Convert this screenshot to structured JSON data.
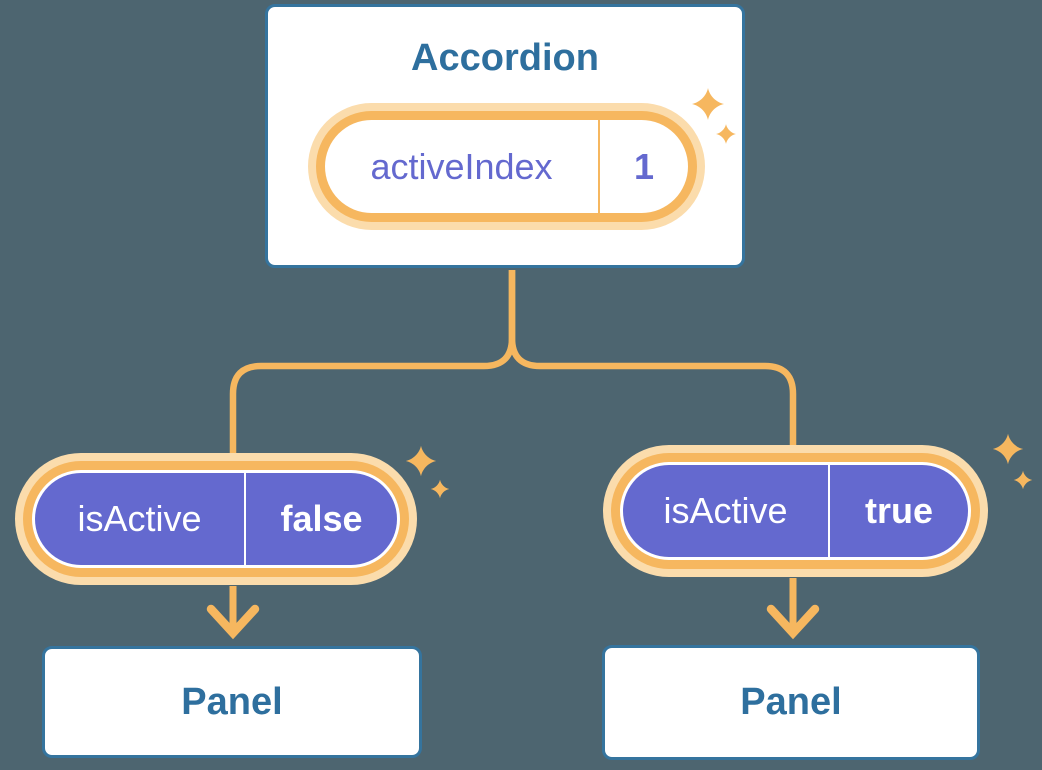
{
  "diagram": {
    "description": "Accordion component state flowing down as props to two Panel children",
    "colors": {
      "background": "#4D6570",
      "box_border_blue": "#35749E",
      "heading_blue": "#2E6F9E",
      "accent_orange": "#F6B75F",
      "glow_peach": "#FBDCAC",
      "pill_purple": "#6469CF",
      "white": "#FFFFFF"
    }
  },
  "accordion": {
    "title": "Accordion",
    "state_pill": {
      "label": "activeIndex",
      "value": "1"
    }
  },
  "children": [
    {
      "prop_pill": {
        "label": "isActive",
        "value": "false"
      },
      "panel_label": "Panel"
    },
    {
      "prop_pill": {
        "label": "isActive",
        "value": "true"
      },
      "panel_label": "Panel"
    }
  ],
  "icons": {
    "sparkle": "4-point-star sparkle",
    "arrow": "downward chevron arrow"
  }
}
